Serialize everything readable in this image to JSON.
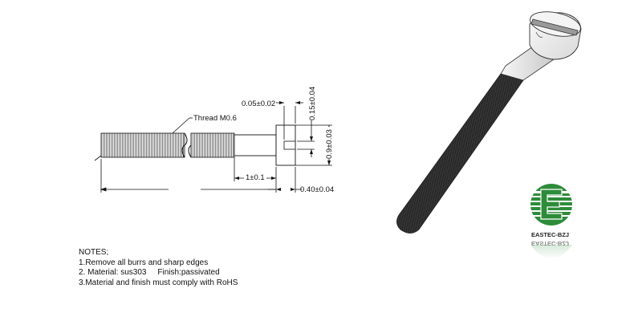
{
  "drawing": {
    "thread_label": "Thread M0.6",
    "dim_slot_width": "0.05±0.02",
    "dim_slot_depth": "0.15±0.04",
    "dim_head_dia": "0.9±0.03",
    "dim_head_len": "1±0.1",
    "dim_head_thk": "0.40±0.04"
  },
  "notes": {
    "title": "NOTES;",
    "lines": [
      "1.Remove all burrs and sharp edges",
      "2. Material: sus303     Finish:passivated",
      "3.Material and finish must comply with RoHS"
    ]
  },
  "logo": {
    "text": "EASTEC-BZJ",
    "color": "#2e8b3a"
  },
  "colors": {
    "line": "#111111",
    "thread": "#222222",
    "screw_body": "#eeeeee"
  }
}
